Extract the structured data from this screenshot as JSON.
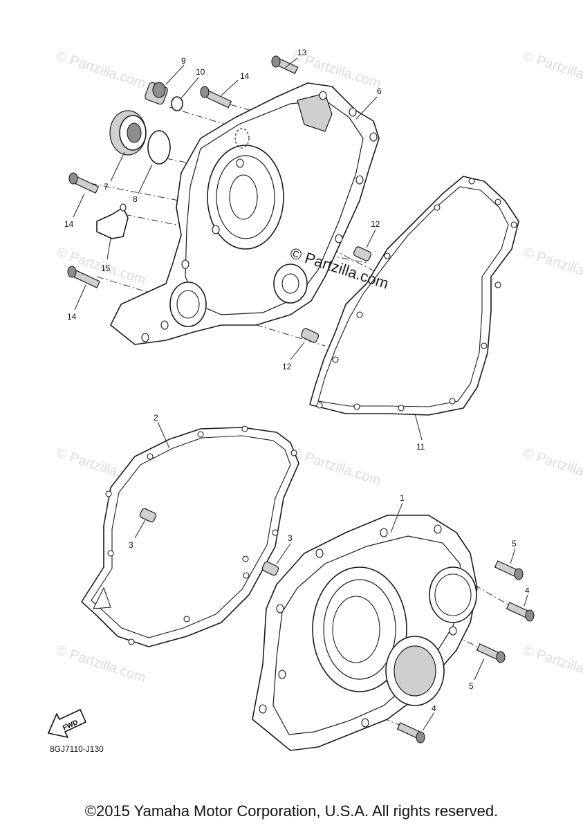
{
  "watermark": {
    "small": "© Partzilla.com",
    "center": "© Partzilla.com"
  },
  "callouts": {
    "c1": "1",
    "c2": "2",
    "c3a": "3",
    "c3b": "3",
    "c4a": "4",
    "c4b": "4",
    "c5a": "5",
    "c5b": "5",
    "c6": "6",
    "c7": "7",
    "c8": "8",
    "c9": "9",
    "c10": "10",
    "c11": "11",
    "c12a": "12",
    "c12b": "12",
    "c13": "13",
    "c14a": "14",
    "c14b": "14",
    "c14c": "14",
    "c15": "15"
  },
  "fwd_label": "FWD",
  "diagram_code": "8GJ7110-J130",
  "copyright": "©2015 Yamaha Motor Corporation, U.S.A. All rights reserved."
}
